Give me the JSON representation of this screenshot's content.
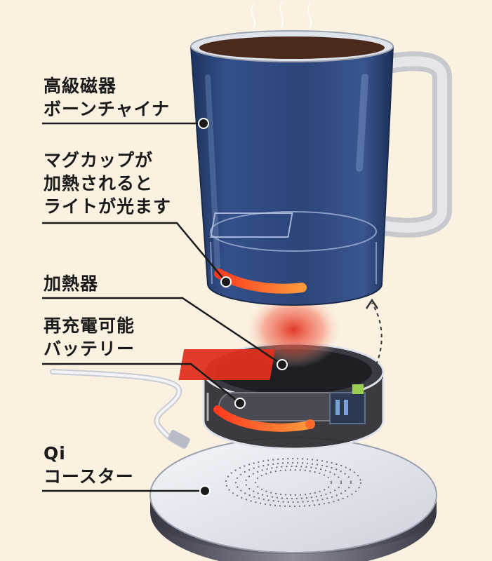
{
  "labels": {
    "porcelain": [
      "高級磁器",
      "ボーンチャイナ"
    ],
    "light": [
      "マグカップが",
      "加熱されると",
      "ライトが光ます"
    ],
    "heater": [
      "加熱器"
    ],
    "battery": [
      "再充電可能",
      "バッテリー"
    ],
    "coaster": [
      "Qi",
      "コースター"
    ]
  },
  "colors": {
    "background": "#fbf1e1",
    "mug": "#2b4578",
    "glow": "#ff7a2e",
    "heater": "#e0301f",
    "coaster": "#e6e9f0"
  }
}
